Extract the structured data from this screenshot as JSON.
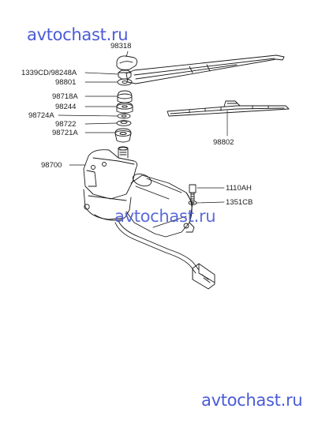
{
  "watermarks": {
    "top": "avtochast.ru",
    "middle": "avtochast.ru",
    "bottom": "avtochast.ru"
  },
  "parts": {
    "p98318": "98318",
    "p1339": "1339CD/98248A",
    "p98801": "98801",
    "p98718": "98718A",
    "p98244": "98244",
    "p98724": "98724A",
    "p98722": "98722",
    "p98721": "98721A",
    "p98700": "98700",
    "p98802": "98802",
    "p1110": "1110AH",
    "p1351": "1351CB"
  },
  "colors": {
    "watermark": "#4b5bd6",
    "line": "#1a1a1a"
  }
}
